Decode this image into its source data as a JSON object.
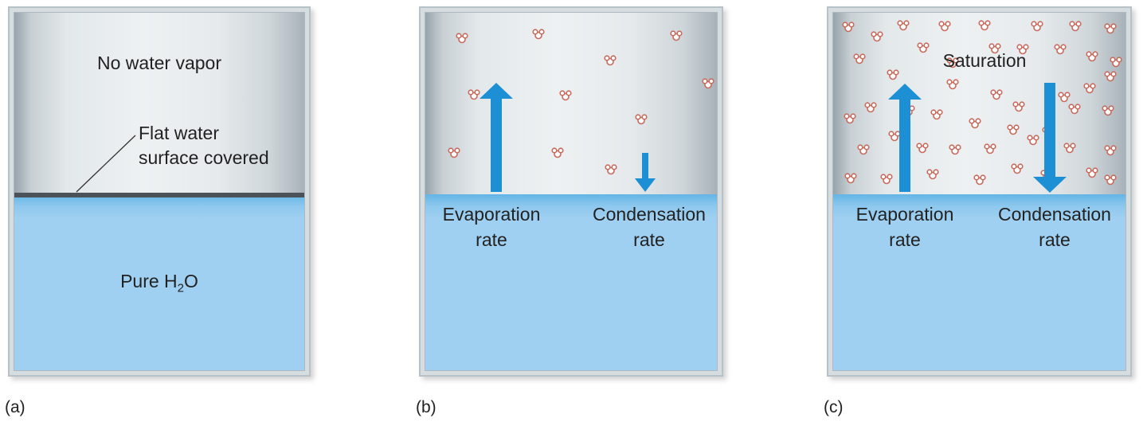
{
  "panel_a": {
    "caption": "(a)",
    "top_label": "No water vapor",
    "callout_line1": "Flat water",
    "callout_line2": "surface covered",
    "water_label_prefix": "Pure H",
    "water_label_sub": "2",
    "water_label_suffix": "O"
  },
  "panel_b": {
    "caption": "(b)",
    "evaporation_line1": "Evaporation",
    "evaporation_line2": "rate",
    "condensation_line1": "Condensation",
    "condensation_line2": "rate"
  },
  "panel_c": {
    "caption": "(c)",
    "top_label": "Saturation",
    "evaporation_line1": "Evaporation",
    "evaporation_line2": "rate",
    "condensation_line1": "Condensation",
    "condensation_line2": "rate"
  },
  "colors": {
    "arrow": "#1d8fd4",
    "water": "#9fd0f1",
    "molecule": "#c96a5c"
  },
  "icons": [
    "water-molecule-icon",
    "up-arrow-icon",
    "down-arrow-icon"
  ]
}
